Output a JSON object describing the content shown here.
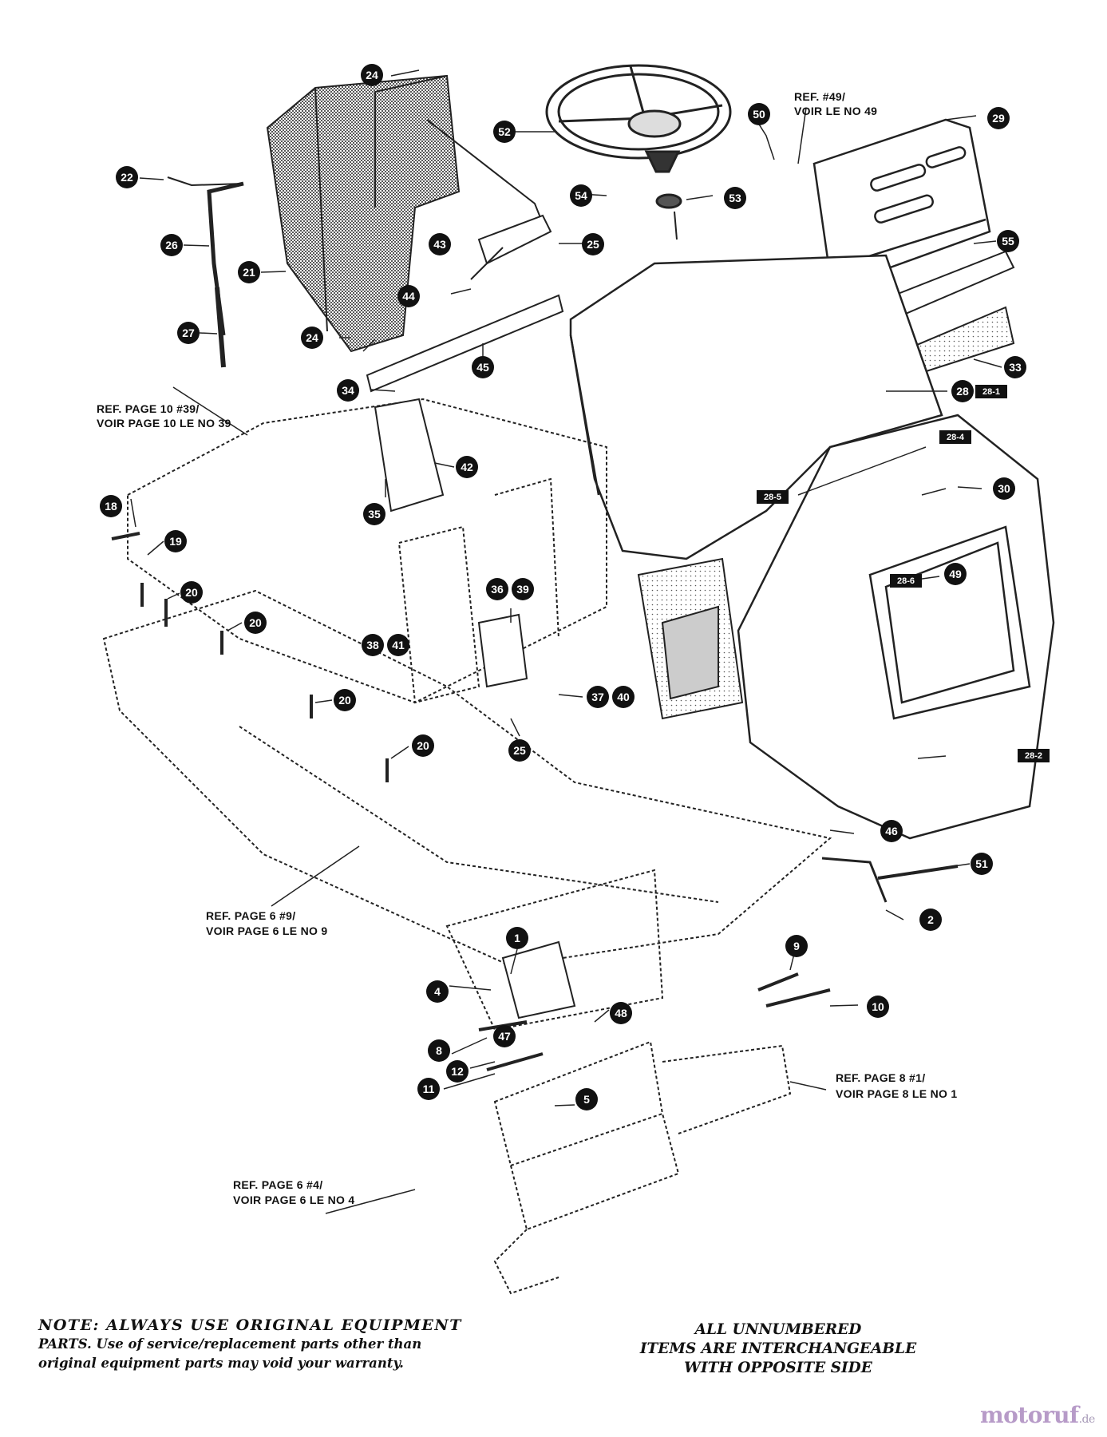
{
  "references": {
    "page10_en": "REF. PAGE 10 #39/",
    "page10_fr": "VOIR PAGE 10 LE NO 39",
    "ref49_en": "REF. #49/",
    "ref49_fr": "VOIR LE NO 49",
    "page6_9_en": "REF. PAGE 6 #9/",
    "page6_9_fr": "VOIR PAGE 6 LE NO 9",
    "page8_en": "REF. PAGE 8 #1/",
    "page8_fr": "VOIR PAGE 8 LE NO 1",
    "page6_4_en": "REF. PAGE 6 #4/",
    "page6_4_fr": "VOIR PAGE 6 LE NO 4"
  },
  "callouts": {
    "c1": "1",
    "c2": "2",
    "c4": "4",
    "c5": "5",
    "c8": "8",
    "c9": "9",
    "c10": "10",
    "c11": "11",
    "c12": "12",
    "c18": "18",
    "c19": "19",
    "c20a": "20",
    "c20b": "20",
    "c20c": "20",
    "c20d": "20",
    "c21": "21",
    "c22": "22",
    "c24a": "24",
    "c24b": "24",
    "c25a": "25",
    "c25b": "25",
    "c26": "26",
    "c27": "27",
    "c28": "28",
    "c29": "29",
    "c30": "30",
    "c33": "33",
    "c34": "34",
    "c35": "35",
    "c36": "36",
    "c37": "37",
    "c38": "38",
    "c39": "39",
    "c40": "40",
    "c41": "41",
    "c42": "42",
    "c43": "43",
    "c44": "44",
    "c45": "45",
    "c46": "46",
    "c47": "47",
    "c48": "48",
    "c49": "49",
    "c50": "50",
    "c51": "51",
    "c52": "52",
    "c53": "53",
    "c54": "54",
    "c55": "55"
  },
  "sub_labels": {
    "s28_1": "28-1",
    "s28_2": "28-2",
    "s28_4": "28-4",
    "s28_5": "28-5",
    "s28_6": "28-6"
  },
  "notes": {
    "note_line1": "NOTE: ALWAYS USE ORIGINAL EQUIPMENT",
    "note_line2": "PARTS. Use of service/replacement parts other than",
    "note_line3": "original equipment parts may void your warranty.",
    "unnumbered_line1": "ALL UNNUMBERED",
    "unnumbered_line2": "ITEMS ARE INTERCHANGEABLE",
    "unnumbered_line3": "WITH OPPOSITE SIDE"
  },
  "watermark": {
    "brand": "motoruf",
    "tld": ".de"
  },
  "colors": {
    "callout_fill": "#111111",
    "line": "#222222",
    "shade": "#3a3a3a",
    "watermark": "#b79bc8"
  }
}
